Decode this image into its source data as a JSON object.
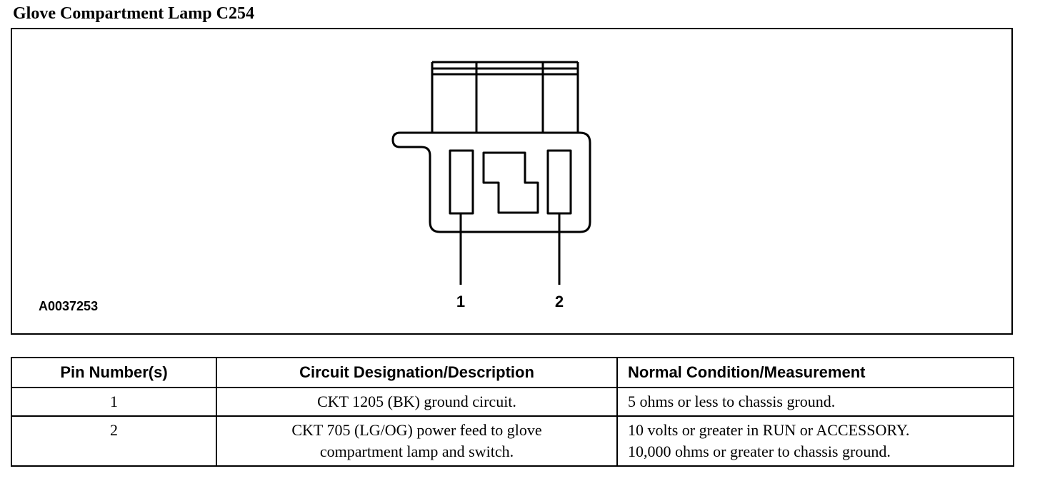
{
  "title": "Glove Compartment Lamp C254",
  "figure": {
    "id": "A0037253",
    "pins": [
      "1",
      "2"
    ]
  },
  "table": {
    "headers": [
      "Pin Number(s)",
      "Circuit Designation/Description",
      "Normal Condition/Measurement"
    ],
    "rows": [
      {
        "pin": "1",
        "description": [
          "CKT 1205 (BK) ground circuit."
        ],
        "measurement": [
          "5 ohms or less to chassis ground."
        ]
      },
      {
        "pin": "2",
        "description": [
          "CKT 705 (LG/OG) power feed to glove",
          "compartment lamp and switch."
        ],
        "measurement": [
          "10 volts or greater in RUN or ACCESSORY.",
          "10,000 ohms or greater to chassis ground."
        ]
      }
    ]
  }
}
